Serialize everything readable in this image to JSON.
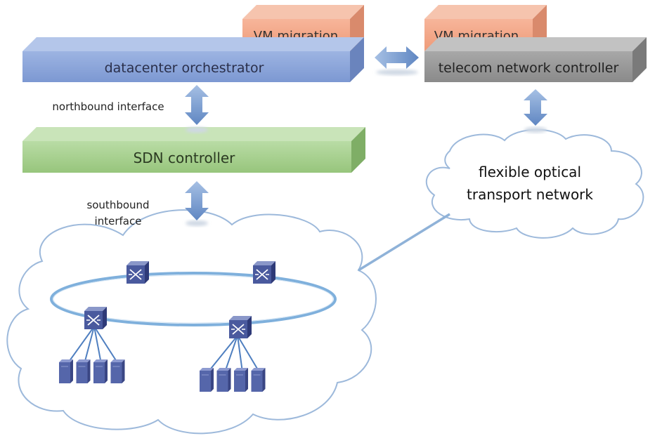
{
  "orchestrator": {
    "label": "datacenter orchestrator",
    "vm_label": "VM migration",
    "color": "#8ea7da",
    "vm_color": "#f4a98a"
  },
  "telecom": {
    "label": "telecom network controller",
    "vm_label": "VM migration",
    "color": "#9b9b9b",
    "vm_color": "#f4a98a"
  },
  "interfaces": {
    "northbound": "northbound interface",
    "southbound_line1": "southbound",
    "southbound_line2": "interface"
  },
  "sdn": {
    "label": "SDN controller",
    "color": "#a8d18f"
  },
  "optical": {
    "line1": "flexible optical",
    "line2": "transport network"
  },
  "colors": {
    "cloud_stroke": "#9db9db",
    "ring": "#7fb0dc",
    "switch": "#4a5a9e",
    "server": "#5566aa"
  }
}
